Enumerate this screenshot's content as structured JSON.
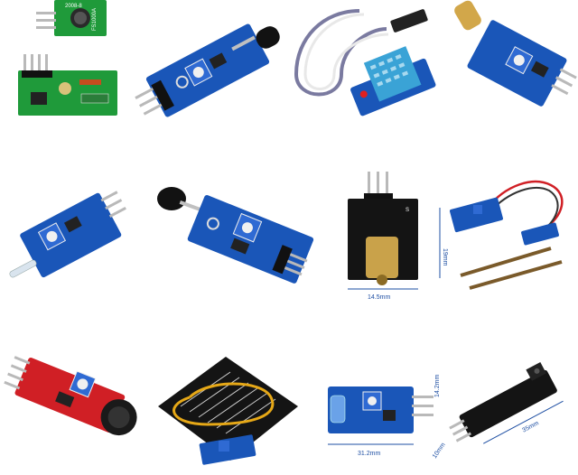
{
  "colors": {
    "board_green": "#1f9a3a",
    "board_blue": "#1a56b8",
    "board_red": "#d01f25",
    "board_black": "#141414",
    "pot_blue": "#2f6ad3",
    "pin_silver": "#b9b9b9",
    "brass": "#c9a24a",
    "dimension_blue": "#1e4fa3"
  },
  "modules": [
    {
      "id": "rf",
      "chip_text": "2008-8",
      "board_text": "FS1000A"
    },
    {
      "id": "flame",
      "board_text": ""
    },
    {
      "id": "dht",
      "board_text": ""
    },
    {
      "id": "tilt",
      "board_text": ""
    },
    {
      "id": "reed",
      "board_text": ""
    },
    {
      "id": "flame2",
      "board_text": ""
    },
    {
      "id": "laser",
      "board_text": "S",
      "dim_w": "14.5mm",
      "dim_h": "19mm"
    },
    {
      "id": "soil",
      "board_text": ""
    },
    {
      "id": "sound",
      "board_text": ""
    },
    {
      "id": "rain",
      "board_text": ""
    },
    {
      "id": "vib",
      "dim_w": "31.2mm"
    },
    {
      "id": "track",
      "dim_h": "14.2mm",
      "dim_l": "35mm",
      "dim_d": "10mm"
    }
  ]
}
